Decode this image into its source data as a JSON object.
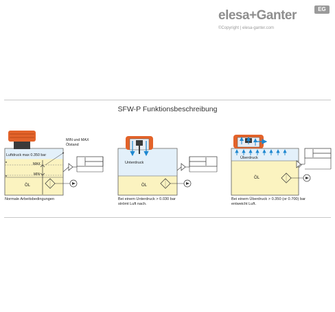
{
  "brand": {
    "name": "elesa+Ganter",
    "badge": "EG",
    "copyright": "©Copyright | elesa-ganter.com"
  },
  "title": "SFW-P Funktionsbeschreibung",
  "panels": {
    "normal": {
      "pressure_label": "Luftdruck max 0.350 bar",
      "level_label": "MIN und MAX Ölstand",
      "max_label": "MAX",
      "min_label": "MIN",
      "oil_label": "ÖL",
      "caption": "Normale Arbeitsbedingungen"
    },
    "vacuum": {
      "state_label": "Unterdruck",
      "oil_label": "ÖL",
      "caption_line1": "Bei einem Unterdruck > 0.030 bar",
      "caption_line2": "strömt Luft nach."
    },
    "overpressure": {
      "state_label": "Überdruck",
      "oil_label": "ÖL",
      "caption_line1": "Bei einem Überdruck > 0.350 (or 0.700) bar",
      "caption_line2": "entweicht Luft."
    }
  },
  "colors": {
    "tank_fill": "#fbf3c0",
    "air_fill": "#e3f0fa",
    "outline": "#5a5a5a",
    "cap_orange": "#e3632a",
    "cap_dark": "#3a3a3a",
    "arrow_blue": "#1e88d0"
  }
}
